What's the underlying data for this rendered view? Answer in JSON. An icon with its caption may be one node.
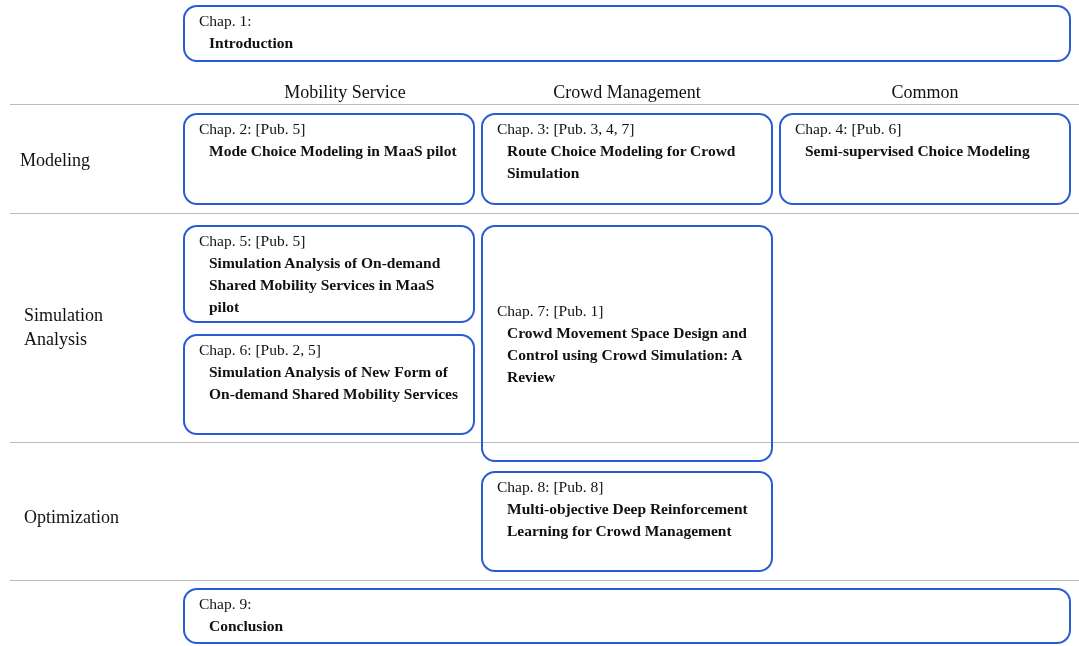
{
  "diagram": {
    "nodes": [
      {
        "text": [
          "Chap. 1:",
          "Introduction"
        ]
      },
      {
        "text": [
          "Chap. 2: [Pub. 5]",
          "Mode Choice Modeling in MaaS pilot"
        ]
      },
      {
        "text": [
          "Chap. 3: [Pub. 3, 4, 7]",
          "Route Choice Modeling for Crowd Simulation"
        ]
      },
      {
        "text": [
          "Chap. 4: [Pub. 6]",
          "Semi-supervised Choice Modeling"
        ]
      },
      {
        "text": [
          "Chap. 5: [Pub. 5]",
          "Simulation Analysis of On-demand Shared Mobility Services in MaaS pilot"
        ]
      },
      {
        "text": [
          "Chap. 6: [Pub. 2, 5]",
          "Simulation Analysis of New Form of On-demand Shared Mobility Services"
        ]
      },
      {
        "text": [
          "Chap. 7: [Pub. 1]",
          "Crowd Movement Space Design and Control using Crowd Simulation: A Review"
        ]
      },
      {
        "text": [
          "Chap. 8: [Pub. 8]",
          "Multi-objective Deep Reinforcement Learning for Crowd Management"
        ]
      },
      {
        "text": [
          "Chap. 9:",
          "Conclusion"
        ]
      }
    ],
    "edges": [],
    "labels": [
      "Mobility Service",
      "Crowd Management",
      "Common",
      "Modeling",
      "Simulation Analysis",
      "Optimization"
    ]
  }
}
